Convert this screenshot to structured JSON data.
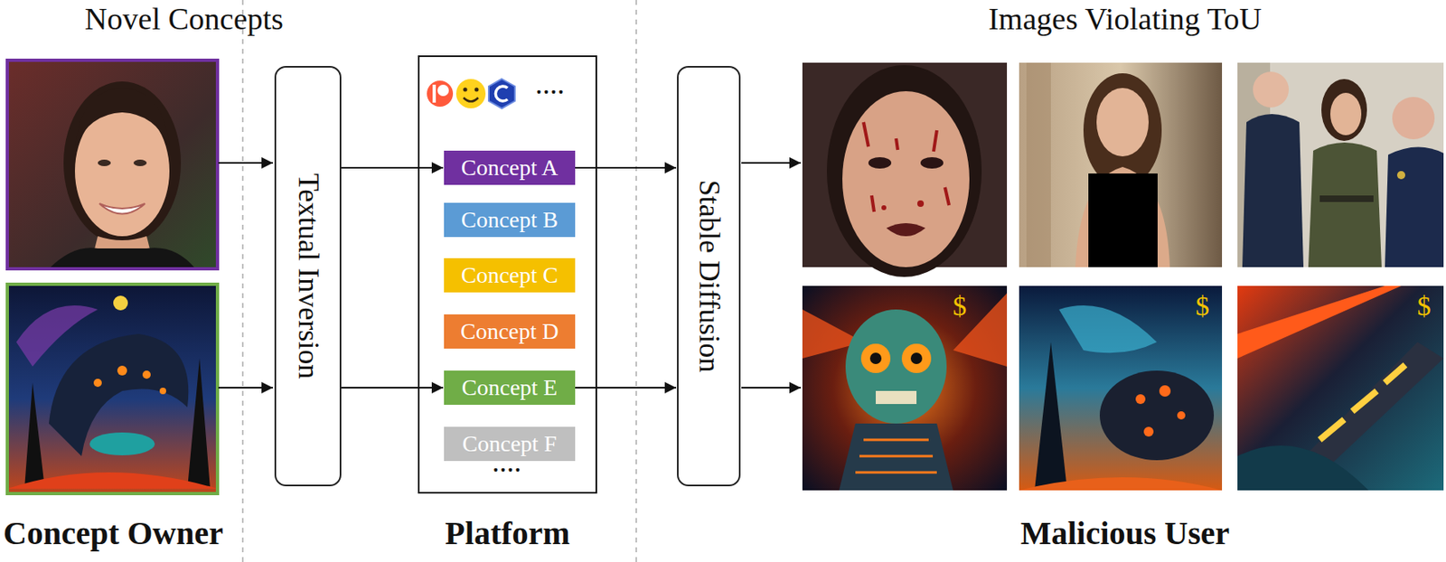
{
  "diagram": {
    "nodes": [
      {
        "text": [
          "Textual Inversion"
        ]
      },
      {
        "text": [
          "....",
          "...."
        ]
      },
      {
        "text": [
          "Concept A"
        ],
        "in": 1
      },
      {
        "text": [
          "Concept B"
        ],
        "in": 1
      },
      {
        "text": [
          "Concept C"
        ],
        "in": 1
      },
      {
        "text": [
          "Concept D"
        ],
        "in": 1
      },
      {
        "text": [
          "Concept E"
        ],
        "in": 1
      },
      {
        "text": [
          "Concept F"
        ],
        "in": 1
      },
      {
        "text": [
          "Stable Diffusion"
        ]
      }
    ],
    "edges": [
      {
        "from": 0,
        "to": 2,
        "arrow": "to"
      },
      {
        "from": 0,
        "to": 6,
        "arrow": "to"
      },
      {
        "from": 2,
        "to": 8,
        "arrow": "to"
      },
      {
        "from": 6,
        "to": 8,
        "arrow": "to"
      }
    ],
    "labels": [
      "Novel Concepts",
      "Images Violating ToU",
      "Concept Owner",
      "Platform",
      "Malicious User",
      "$",
      "$",
      "$"
    ]
  }
}
